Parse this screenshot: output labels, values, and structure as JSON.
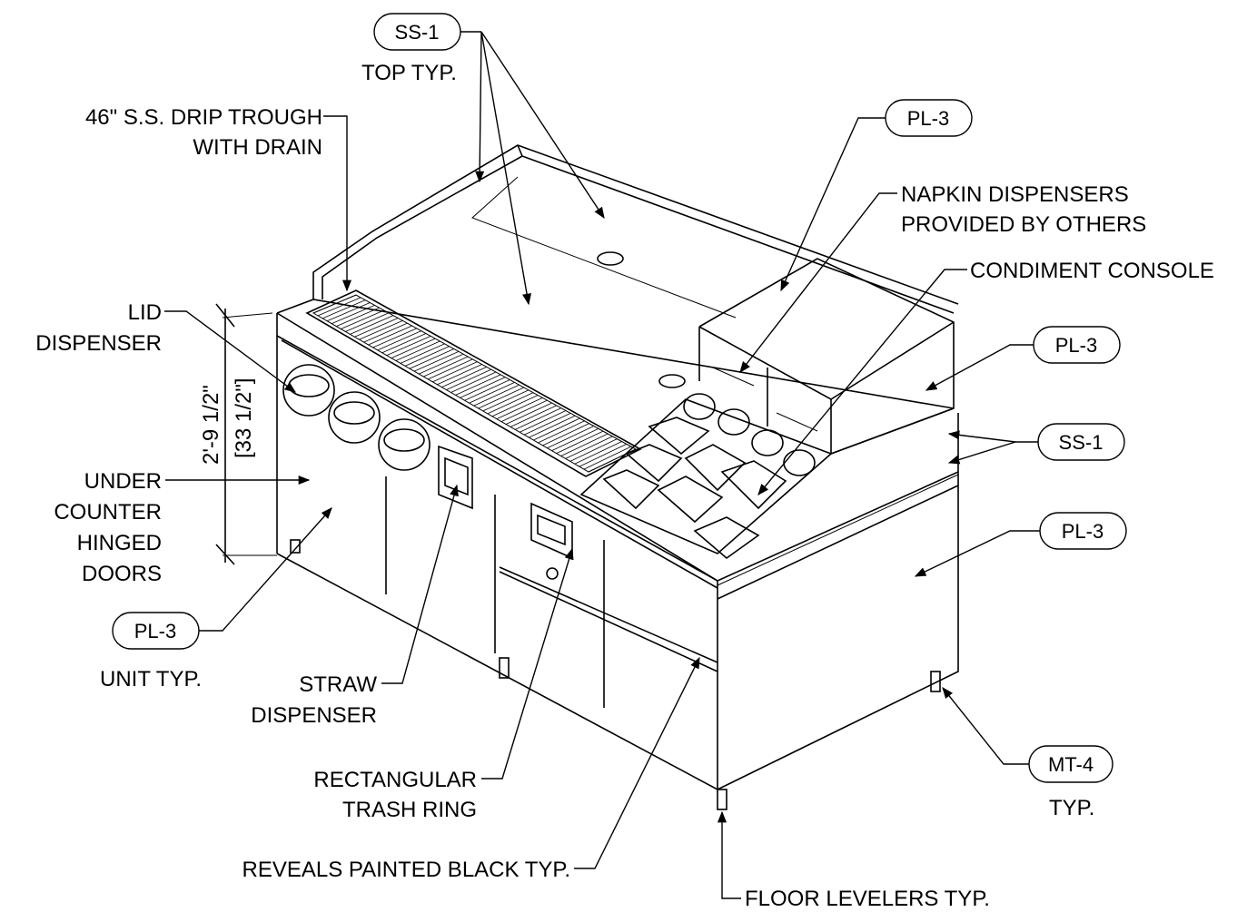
{
  "tags": {
    "ss1_top": "SS-1",
    "pl3_console": "PL-3",
    "pl3_side": "PL-3",
    "ss1_side": "SS-1",
    "pl3_lower": "PL-3",
    "pl3_unit": "PL-3",
    "mt4": "MT-4"
  },
  "labels": {
    "top_typ": "TOP TYP.",
    "drip_trough_1": "46\" S.S. DRIP TROUGH",
    "drip_trough_2": "WITH DRAIN",
    "napkin_1": "NAPKIN DISPENSERS",
    "napkin_2": "PROVIDED BY OTHERS",
    "condiment": "CONDIMENT CONSOLE",
    "lid_1": "LID",
    "lid_2": "DISPENSER",
    "dim_ft": "2'-9 1/2\"",
    "dim_in": "[33 1/2\"]",
    "doors_1": "UNDER",
    "doors_2": "COUNTER",
    "doors_3": "HINGED",
    "doors_4": "DOORS",
    "unit_typ": "UNIT TYP.",
    "straw_1": "STRAW",
    "straw_2": "DISPENSER",
    "trash_1": "RECTANGULAR",
    "trash_2": "TRASH RING",
    "reveals": "REVEALS PAINTED BLACK TYP.",
    "floor": "FLOOR LEVELERS TYP.",
    "mt4_typ": "TYP."
  }
}
